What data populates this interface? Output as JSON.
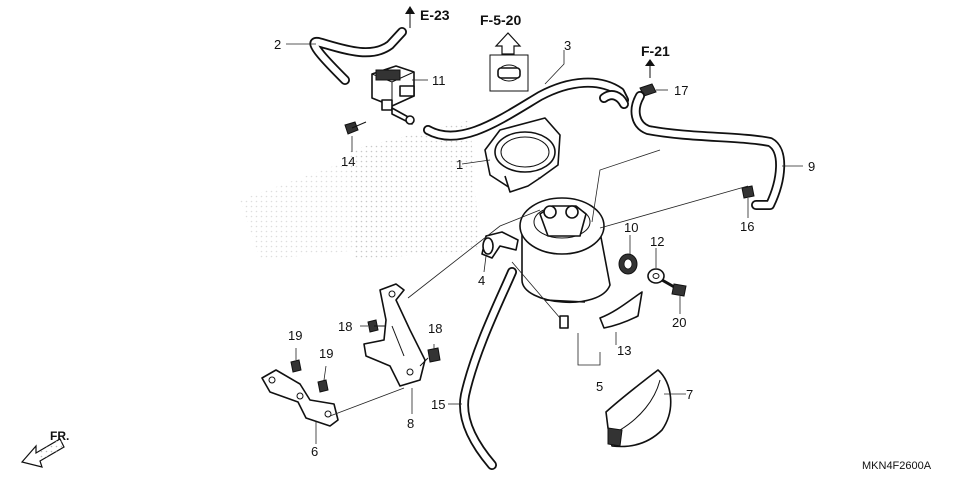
{
  "callouts": {
    "p1": "1",
    "p2": "2",
    "p3": "3",
    "p4": "4",
    "p5": "5",
    "p6": "6",
    "p7": "7",
    "p8": "8",
    "p9": "9",
    "p10": "10",
    "p11": "11",
    "p12": "12",
    "p13": "13",
    "p14": "14",
    "p15": "15",
    "p16": "16",
    "p17": "17",
    "p18a": "18",
    "p18b": "18",
    "p19a": "19",
    "p19b": "19",
    "p20": "20"
  },
  "refs": {
    "e23": "E-23",
    "f520": "F-5-20",
    "f21": "F-21"
  },
  "front_label": "FR.",
  "diagram_code": "MKN4F2600A"
}
